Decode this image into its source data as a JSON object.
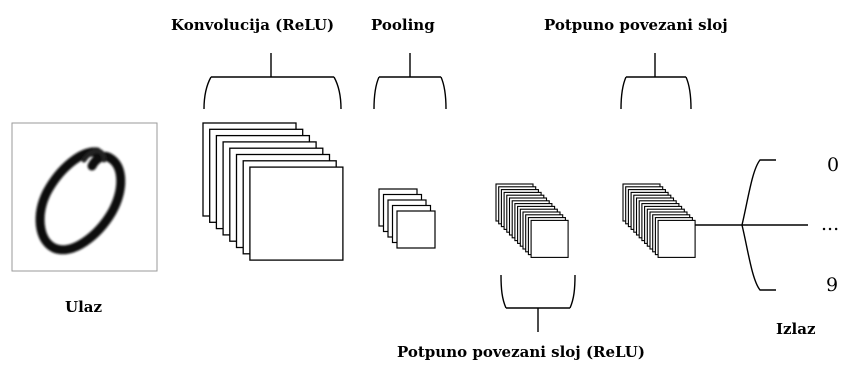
{
  "labels": {
    "conv": "Konvolucija (ReLU)",
    "pool": "Pooling",
    "fc_top": "Potpuno povezani sloj",
    "input": "Ulaz",
    "output": "Izlaz",
    "fc_relu": "Potpuno povezani sloj (ReLU)"
  },
  "outputs": {
    "first": "0",
    "middle": "...",
    "last": "9"
  },
  "icons": {
    "input_image": "handwritten-zero-digit"
  }
}
